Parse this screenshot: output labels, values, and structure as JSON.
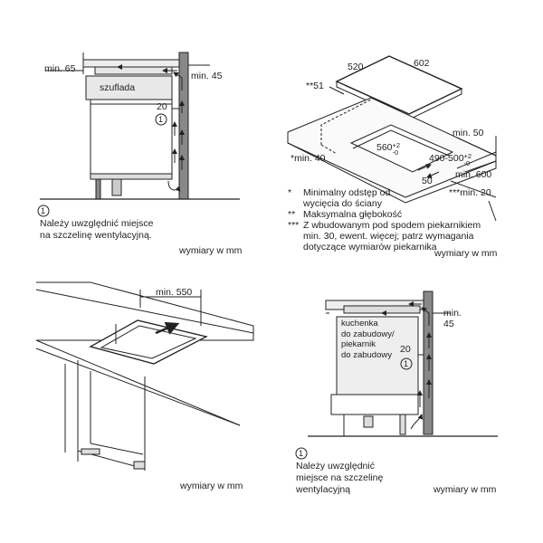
{
  "panel1": {
    "min65": "min. 65",
    "min45": "min. 45",
    "drawer": "szuflada",
    "dim20": "20",
    "circle": "1",
    "note_line1": "Należy uwzględnić miejsce",
    "note_line2": "na szczelinę wentylacyjną.",
    "units": "wymiary w mm"
  },
  "panel2": {
    "dim520": "520",
    "dim602": "602",
    "dim51": "**51",
    "dim560": "560",
    "dim560_sup": "+2",
    "dim560_sub": "-0",
    "min50": "min. 50",
    "dim490": "490-500",
    "dim490_sup": "+2",
    "dim490_sub": "-0",
    "min40": "*min. 40",
    "dim50": "50",
    "min600": "min. 600",
    "min20": "***min. 20",
    "fn1_mark": "*",
    "fn1_l1": "Minimalny odstęp od",
    "fn1_l2": "wycięcia do ściany",
    "fn2_mark": "**",
    "fn2_l1": "Maksymalna głębokość",
    "fn3_mark": "***",
    "fn3_l1": "Z wbudowanym pod spodem piekarnikiem",
    "fn3_l2": "min. 30, ewent. więcej; patrz wymagania",
    "fn3_l3": "dotyczące wymiarów piekarnika",
    "units": "wymiary w mm"
  },
  "panel3": {
    "min550": "min. 550",
    "units": "wymiary w mm"
  },
  "panel4": {
    "label_l1": "kuchenka",
    "label_l2": "do zabudowy/",
    "label_l3": "piekarnik",
    "label_l4": "do zabudowy",
    "min": "min.",
    "min45": "45",
    "dim20": "20",
    "circle": "1",
    "note_l1": "Należy uwzględnić",
    "note_l2": "miejsce na szczelinę",
    "note_l3": "wentylacyjną",
    "units": "wymiary w mm"
  }
}
